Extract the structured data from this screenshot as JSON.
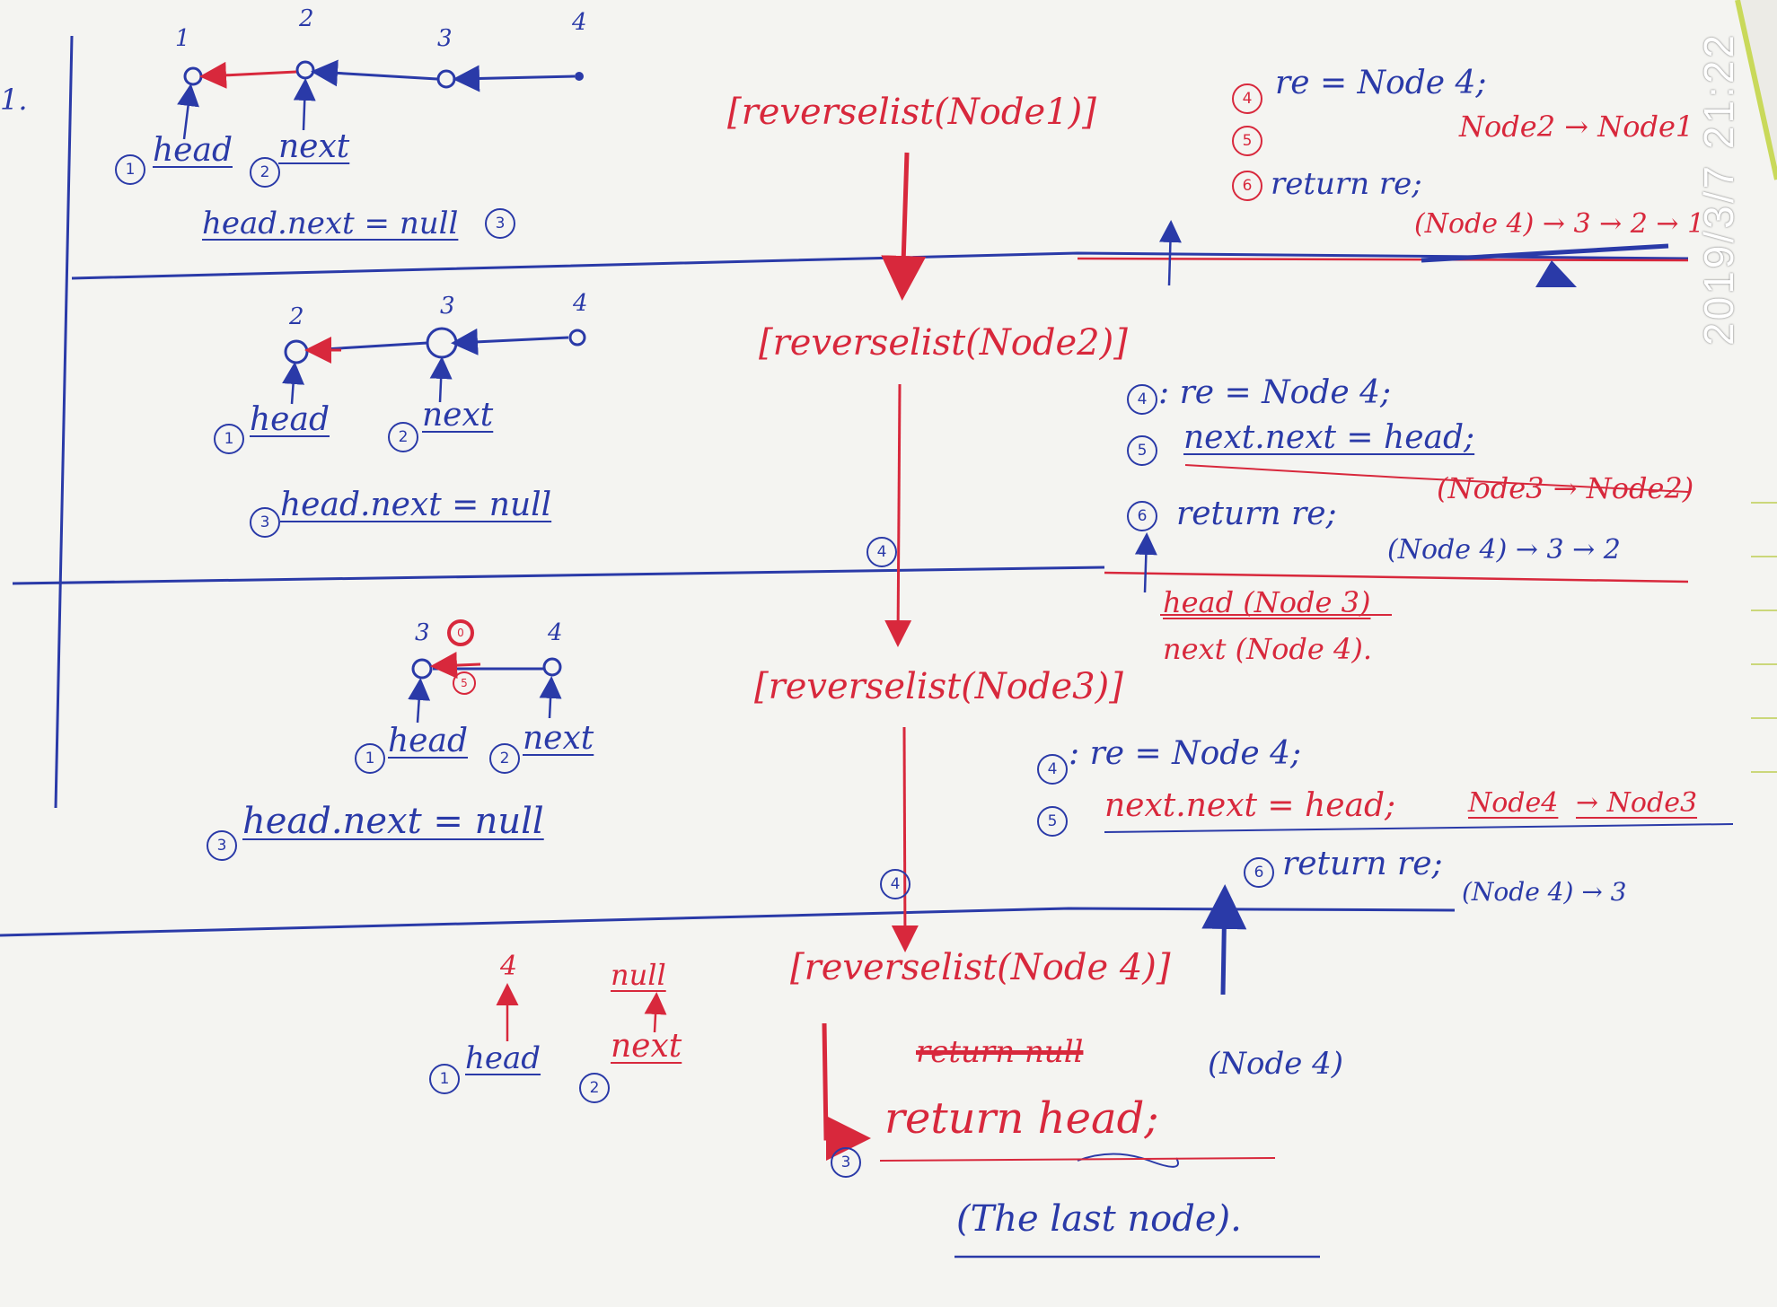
{
  "timestamp": "2019/3/7  21:22",
  "margin_label": "1.",
  "colors": {
    "blue_ink": "#2a3aa8",
    "red_ink": "#d8283c",
    "paper": "#f4f4f1"
  },
  "level1": {
    "node_labels": [
      "1",
      "2",
      "3",
      "4"
    ],
    "head_label": "head",
    "next_label": "next",
    "step1": "1",
    "step2": "2",
    "step3": "3",
    "null_stmt": "head.next = null",
    "call": "[reverselist(Node1)]",
    "n4": "4",
    "re_stmt": "re = Node 4;",
    "n5": "5",
    "n6": "6",
    "ret_stmt": "return re;",
    "link_note": "Node2 → Node1",
    "chain": "(Node 4) → 3 → 2 → 1"
  },
  "level2": {
    "node_labels": [
      "2",
      "3",
      "4"
    ],
    "head_label": "head",
    "next_label": "next",
    "step1": "1",
    "step2": "2",
    "step3": "3",
    "null_stmt": "head.next = null",
    "call": "[reverselist(Node2)]",
    "call_marker": "4",
    "n4": "4",
    "re_stmt": ": re = Node 4;",
    "n5": "5",
    "next_stmt": "next.next = head;",
    "link_note": "(Node3 → Node2)",
    "n6": "6",
    "ret_stmt": "return re;",
    "chain": "(Node 4) → 3 → 2",
    "head_note": "head (Node 3)",
    "next_note": "next (Node 4)."
  },
  "level3": {
    "node_labels": [
      "3",
      "4"
    ],
    "red_mark": "0",
    "red_step": "5",
    "head_label": "head",
    "next_label": "next",
    "step1": "1",
    "step2": "2",
    "step3": "3",
    "null_stmt": "head.next = null",
    "call": "[reverselist(Node3)]",
    "call_marker": "4",
    "n4": "4",
    "re_stmt": ": re = Node 4;",
    "n5": "5",
    "next_stmt": "next.next = head;",
    "link_note_a": "Node4",
    "link_note_b": "→ Node3",
    "n6": "6",
    "ret_stmt": "return re;",
    "chain": "(Node 4) → 3"
  },
  "level4": {
    "node_label": "4",
    "null_label": "null",
    "head_label": "head",
    "next_label": "next",
    "step1": "1",
    "step2": "2",
    "call": "[reverselist(Node 4)]",
    "crossed": "return null",
    "n3": "3",
    "ret_stmt": "return head;",
    "node_note": "(Node 4)",
    "last_note": "(The last node)."
  }
}
